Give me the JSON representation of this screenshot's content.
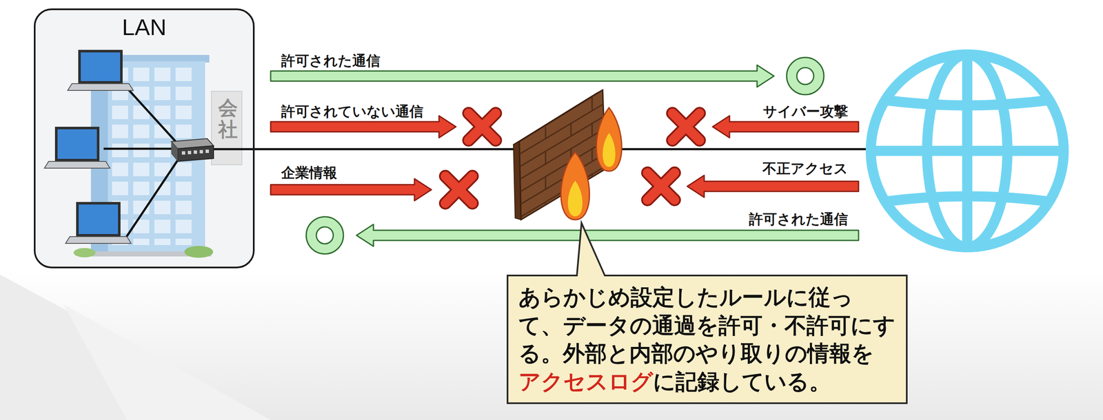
{
  "diagram": {
    "nodes": [
      {
        "text": [
          "LAN"
        ]
      },
      {
        "text": [
          "あらかじめ設定したルールに従って、データの通過を許可・不許可にする。外部と内部のやり取りの情報を",
          "アクセスログ",
          "に記録している。"
        ]
      }
    ],
    "labels": [
      "会社",
      "許可された通信",
      "許可されていない通信",
      "企業情報",
      "サイバー攻撃",
      "不正アクセス",
      "許可された通信"
    ]
  }
}
